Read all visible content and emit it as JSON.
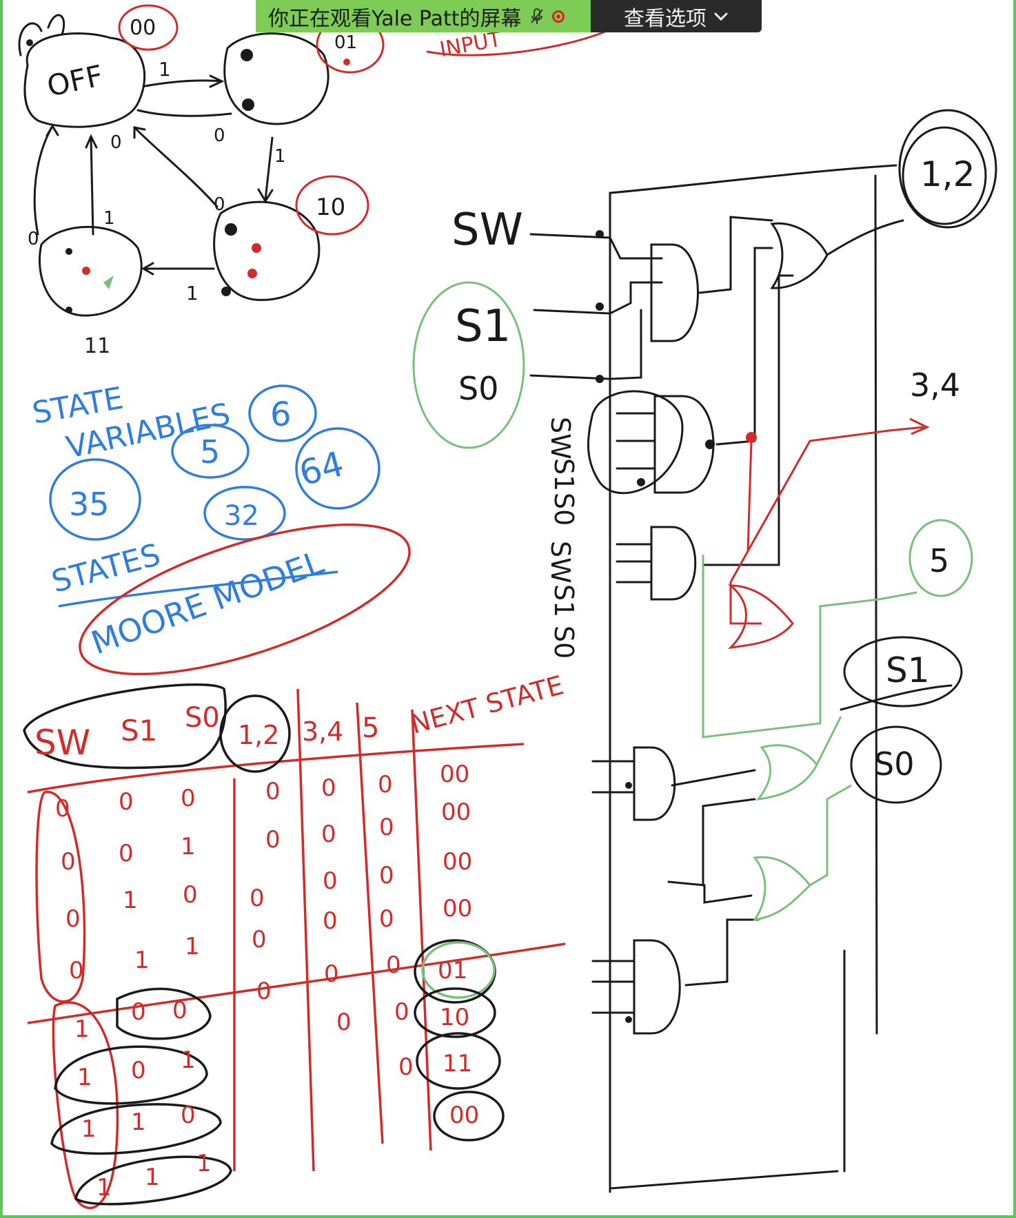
{
  "share_bar": {
    "text": "你正在观看Yale Patt的屏幕",
    "icons": [
      "microphone-muted-icon",
      "recording-icon"
    ],
    "color": "#7dcc55"
  },
  "view_options": {
    "label": "查看选项",
    "icon": "chevron-down-icon",
    "color": "#2a2a2a"
  },
  "whiteboard": {
    "state_diagram": {
      "states": [
        "OFF"
      ],
      "state_codes": [
        "00",
        "01",
        "10",
        "11"
      ],
      "input_note": "INPUT",
      "transition_labels": [
        "1",
        "0",
        "1",
        "0",
        "0",
        "1",
        "1",
        "0"
      ]
    },
    "notes": {
      "line1": "STATE",
      "line2": "VARIABLES",
      "line3": "STATES",
      "numbers": [
        "6",
        "5",
        "35",
        "32",
        "64"
      ],
      "model": "MOORE MODEL"
    },
    "truth_table": {
      "headers": [
        "SW",
        "S1",
        "S0",
        "1,2",
        "3,4",
        "5",
        "NEXT STATE"
      ],
      "rows": [
        [
          "0",
          "0",
          "0",
          "0",
          "0",
          "0",
          "00"
        ],
        [
          "0",
          "0",
          "1",
          "0",
          "0",
          "0",
          "00"
        ],
        [
          "0",
          "1",
          "0",
          "0",
          "0",
          "0",
          "00"
        ],
        [
          "0",
          "1",
          "1",
          "0",
          "0",
          "0",
          "00"
        ],
        [
          "1",
          "0",
          "0",
          "0",
          "0",
          "0",
          "01"
        ],
        [
          "1",
          "0",
          "1",
          "",
          "0",
          "0",
          "10"
        ],
        [
          "1",
          "1",
          "0",
          "",
          "",
          "0",
          "11"
        ],
        [
          "1",
          "1",
          "1",
          "",
          "",
          "",
          "00"
        ]
      ]
    },
    "circuit": {
      "inputs": [
        "SW",
        "S1",
        "S0"
      ],
      "gate_input_labels": [
        "SW",
        "S1",
        "S0",
        "SW",
        "S1",
        "S0"
      ],
      "outputs": [
        "1,2",
        "3,4",
        "5",
        "S1",
        "S0"
      ]
    },
    "colors": {
      "black": "#1a1a1a",
      "red": "#d42a2a",
      "blue": "#2f7de0",
      "green": "#7cbf7c"
    }
  }
}
